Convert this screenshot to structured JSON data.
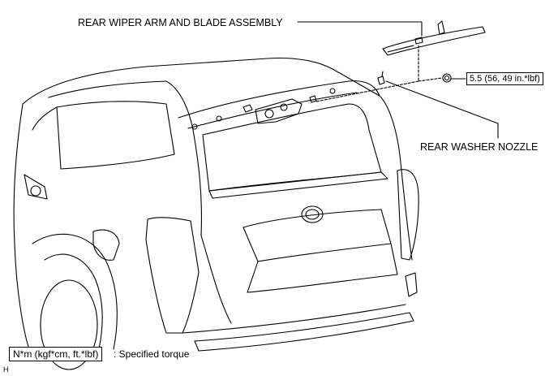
{
  "callouts": {
    "wiper_assembly": "REAR WIPER ARM AND BLADE ASSEMBLY",
    "washer_nozzle": "REAR WASHER NOZZLE"
  },
  "torque": {
    "value": "5.5 (56, 49 in.*lbf)"
  },
  "legend": {
    "unit_box": "N*m (kgf*cm, ft.*lbf)",
    "description": ": Specified torque"
  },
  "footer": {
    "mark": "H"
  }
}
